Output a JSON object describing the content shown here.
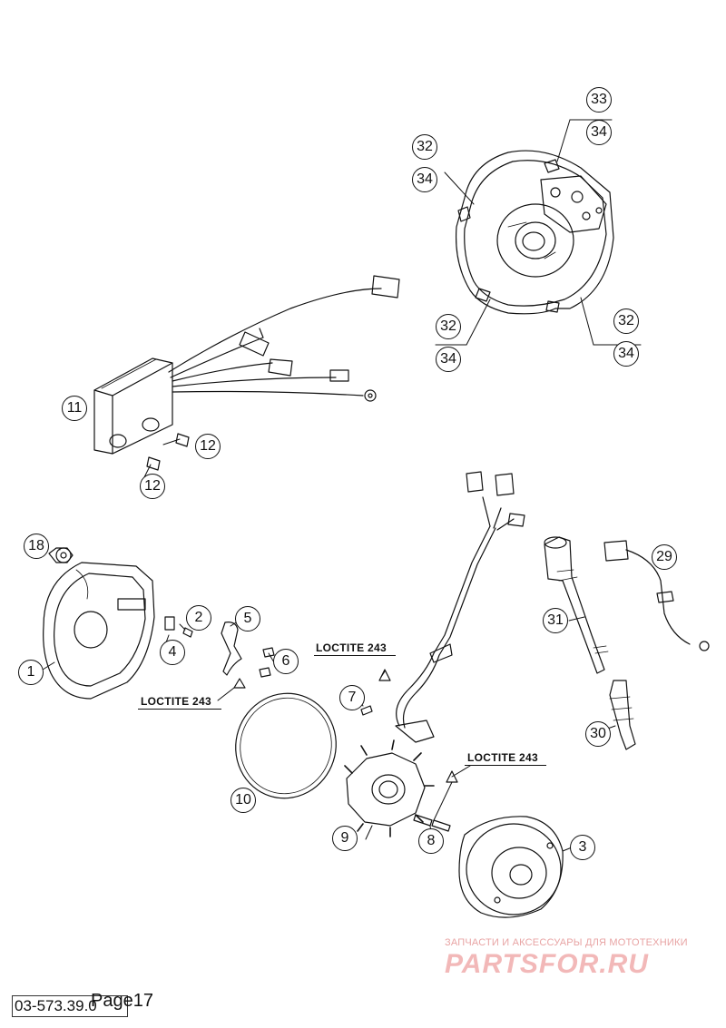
{
  "callouts": {
    "c1": "1",
    "c2": "2",
    "c3": "3",
    "c4": "4",
    "c5": "5",
    "c6": "6",
    "c7": "7",
    "c8": "8",
    "c9": "9",
    "c10": "10",
    "c11": "11",
    "c12a": "12",
    "c12b": "12",
    "c18": "18",
    "c29": "29",
    "c30": "30",
    "c31": "31",
    "c32a": "32",
    "c34a": "34",
    "c33": "33",
    "c34b": "34",
    "c32b": "32",
    "c34c": "34",
    "c32c": "32",
    "c34d": "34"
  },
  "notes": {
    "loctite_a": "LOCTITE 243",
    "loctite_b": "LOCTITE 243",
    "loctite_c": "LOCTITE 243"
  },
  "footer": {
    "page_label": "Page17",
    "doc_number": "03-573.39.0"
  },
  "watermark": {
    "subtitle": "ЗАПЧАСТИ И АКСЕССУАРЫ ДЛЯ МОТОТЕХНИКИ",
    "brand": "PARTSFOR.RU"
  }
}
